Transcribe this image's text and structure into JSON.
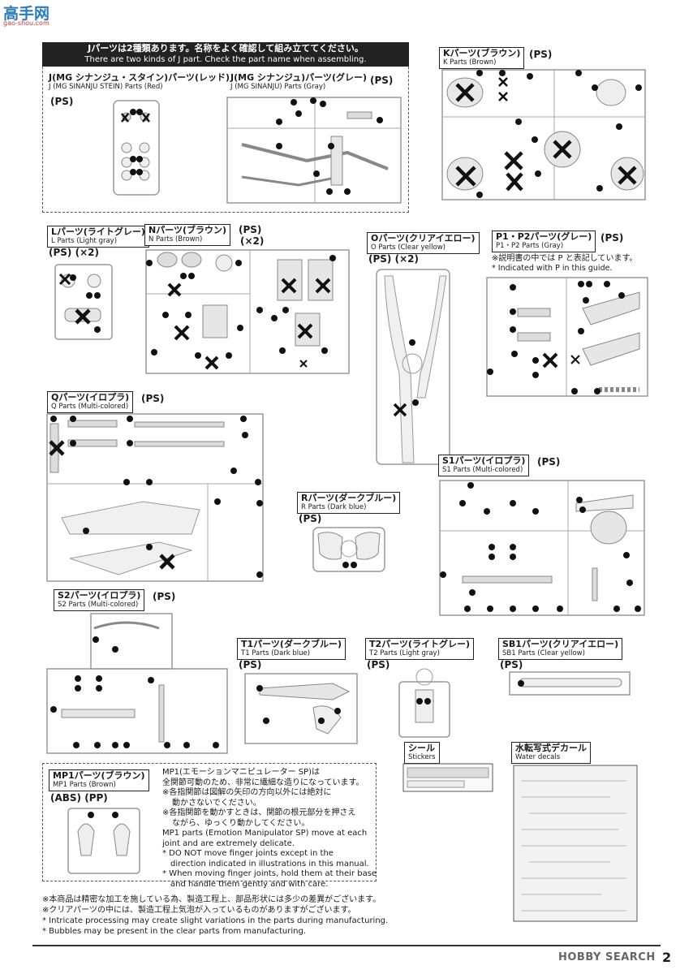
{
  "watermark": {
    "logo": "高手网",
    "url": "gao-shou.com"
  },
  "banner": {
    "jp": "Jパーツは2種類あります。名称をよく確認して組み立ててください。",
    "en": "There are two kinds of J part. Check the part name when assembling."
  },
  "parts": {
    "j_red": {
      "jp": "J(MG シナンジュ・スタイン)パーツ(レッド)",
      "en": "J (MG SINANJU STEIN) Parts (Red)",
      "mat": "(PS)"
    },
    "j_gray": {
      "jp": "J(MG シナンジュ)パーツ(グレー)",
      "en": "J (MG SINANJU) Parts (Gray)",
      "mat": "(PS)"
    },
    "k": {
      "jp": "Kパーツ(ブラウン)",
      "en": "K Parts (Brown)",
      "mat": "(PS)"
    },
    "l": {
      "jp": "Lパーツ(ライトグレー)",
      "en": "L Parts (Light gray)",
      "mat": "(PS) (×2)"
    },
    "n": {
      "jp": "Nパーツ(ブラウン)",
      "en": "N Parts (Brown)",
      "mat": "(PS)",
      "qty": "(×2)"
    },
    "o": {
      "jp": "Oパーツ(クリアイエロー)",
      "en": "O Parts (Clear yellow)",
      "mat": "(PS) (×2)"
    },
    "p": {
      "jp": "P1・P2パーツ(グレー)",
      "en": "P1・P2 Parts (Gray)",
      "mat": "(PS)",
      "note_jp": "※説明書の中では P と表記しています。",
      "note_en": "* Indicated with P in this guide."
    },
    "q": {
      "jp": "Qパーツ(イロプラ)",
      "en": "Q Parts (Multi-colored)",
      "mat": "(PS)"
    },
    "r": {
      "jp": "Rパーツ(ダークブルー)",
      "en": "R Parts (Dark blue)",
      "mat": "(PS)"
    },
    "s1": {
      "jp": "S1パーツ(イロプラ)",
      "en": "S1 Parts (Multi-colored)",
      "mat": "(PS)"
    },
    "s2": {
      "jp": "S2パーツ(イロプラ)",
      "en": "S2 Parts (Multi-colored)",
      "mat": "(PS)"
    },
    "t1": {
      "jp": "T1パーツ(ダークブルー)",
      "en": "T1 Parts (Dark blue)",
      "mat": "(PS)"
    },
    "t2": {
      "jp": "T2パーツ(ライトグレー)",
      "en": "T2 Parts (Light gray)",
      "mat": "(PS)"
    },
    "sb1": {
      "jp": "SB1パーツ(クリアイエロー)",
      "en": "SB1 Parts (Clear yellow)",
      "mat": "(PS)"
    },
    "mp1": {
      "jp": "MP1パーツ(ブラウン)",
      "en": "MP1 Parts (Brown)",
      "mat": "(ABS) (PP)"
    },
    "stickers": {
      "jp": "シール",
      "en": "Stickers"
    },
    "decals": {
      "jp": "水転写式デカール",
      "en": "Water decals"
    }
  },
  "mp1_note": {
    "l1": "MP1(エモーションマニピュレーター SP)は",
    "l2": "全関節可動のため、非常に繊細な造りになっています。",
    "l3": "※各指関節は図解の矢印の方向以外には絶対に",
    "l4": "動かさないでください。",
    "l5": "※各指関節を動かすときは、関節の根元部分を押さえ",
    "l6": "ながら、ゆっくり動かしてください。",
    "l7": "MP1 parts (Emotion Manipulator SP) move at each",
    "l8": "joint and are extremely delicate.",
    "l9": "* DO NOT move finger joints except in the",
    "l10": "direction indicated in illustrations in this manual.",
    "l11": "* When moving finger joints, hold them at their base",
    "l12": "and handle them gently and with care."
  },
  "footer": {
    "l1": "※本商品は精密な加工を施している為、製造工程上、部品形状には多少の差異がございます。",
    "l2": "※クリアパーツの中には、製造工程上気泡が入っているものがありますがございます。",
    "l3": "* Intricate processing may create slight variations in the parts during manufacturing.",
    "l4": "* Bubbles may be present in the clear parts from manufacturing.",
    "brand": "HOBBY SEARCH",
    "page": "2"
  }
}
